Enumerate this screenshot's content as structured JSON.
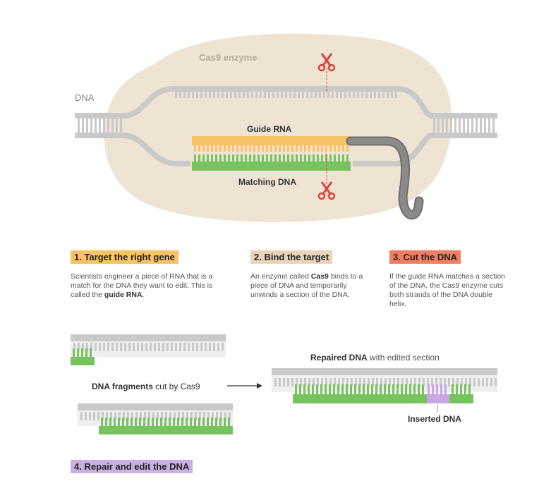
{
  "labels": {
    "enzyme": "Cas9 enzyme",
    "dna": "DNA",
    "guide_rna": "Guide RNA",
    "matching_dna": "Matching DNA",
    "fragments_bold": "DNA fragments",
    "fragments_rest": " cut by Cas9",
    "repaired_bold": "Repaired DNA",
    "repaired_rest": " with edited section",
    "inserted": "Inserted DNA"
  },
  "steps": [
    {
      "title": "1. Target the right gene",
      "color": "#f9c265",
      "text_a": "Scientists engineer a piece of RNA that is a match for the DNA they want to edit. This is called the ",
      "text_bold": "guide RNA",
      "text_b": "."
    },
    {
      "title": "2. Bind the target",
      "color": "#e8d4b8",
      "text_a": "An enzyme called ",
      "text_bold": "Cas9",
      "text_b": " binds to a piece of DNA and temporarily unwinds a section of the DNA."
    },
    {
      "title": "3. Cut the DNA",
      "color": "#f07e62",
      "text_a": "If the guide RNA matches a section of the DNA, the Cas9 enzyme cuts both strands of the DNA double helix.",
      "text_bold": "",
      "text_b": ""
    },
    {
      "title": "4. Repair and edit the DNA",
      "color": "#cbb0e4"
    }
  ],
  "colors": {
    "enzyme": "#efe4d4",
    "strand": "#c9c9c9",
    "rung": "#ffffff",
    "guide": "#f9c265",
    "match": "#77c35e",
    "tail": "#6e6e6e",
    "inserted": "#c9a6e6",
    "scissors": "#e0413b"
  },
  "icons": [
    "scissors-icon",
    "arrow-right-icon"
  ]
}
